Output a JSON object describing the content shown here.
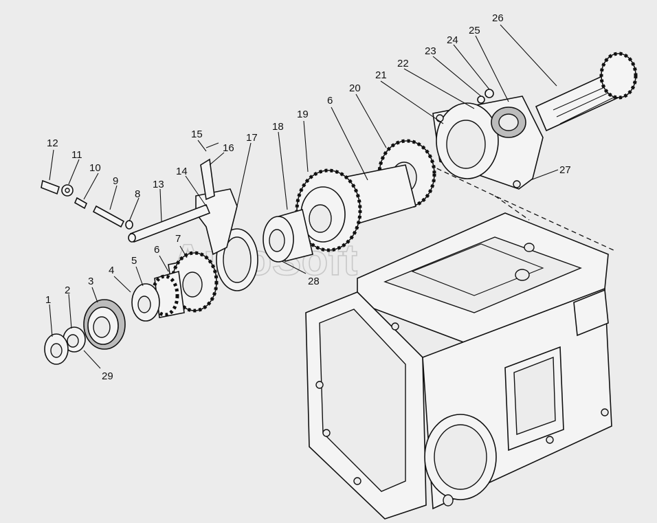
{
  "watermark": "AutoSoft",
  "callouts": [
    {
      "id": "c1",
      "text": "1"
    },
    {
      "id": "c2",
      "text": "2"
    },
    {
      "id": "c3",
      "text": "3"
    },
    {
      "id": "c4",
      "text": "4"
    },
    {
      "id": "c5",
      "text": "5"
    },
    {
      "id": "c6a",
      "text": "6"
    },
    {
      "id": "c6b",
      "text": "6"
    },
    {
      "id": "c7",
      "text": "7"
    },
    {
      "id": "c8",
      "text": "8"
    },
    {
      "id": "c9",
      "text": "9"
    },
    {
      "id": "c10",
      "text": "10"
    },
    {
      "id": "c11",
      "text": "11"
    },
    {
      "id": "c12",
      "text": "12"
    },
    {
      "id": "c13",
      "text": "13"
    },
    {
      "id": "c14",
      "text": "14"
    },
    {
      "id": "c15",
      "text": "15"
    },
    {
      "id": "c16",
      "text": "16"
    },
    {
      "id": "c17",
      "text": "17"
    },
    {
      "id": "c18",
      "text": "18"
    },
    {
      "id": "c19",
      "text": "19"
    },
    {
      "id": "c20",
      "text": "20"
    },
    {
      "id": "c21",
      "text": "21"
    },
    {
      "id": "c22",
      "text": "22"
    },
    {
      "id": "c23",
      "text": "23"
    },
    {
      "id": "c24",
      "text": "24"
    },
    {
      "id": "c25",
      "text": "25"
    },
    {
      "id": "c26",
      "text": "26"
    },
    {
      "id": "c27",
      "text": "27"
    },
    {
      "id": "c28",
      "text": "28"
    },
    {
      "id": "c29",
      "text": "29"
    }
  ]
}
